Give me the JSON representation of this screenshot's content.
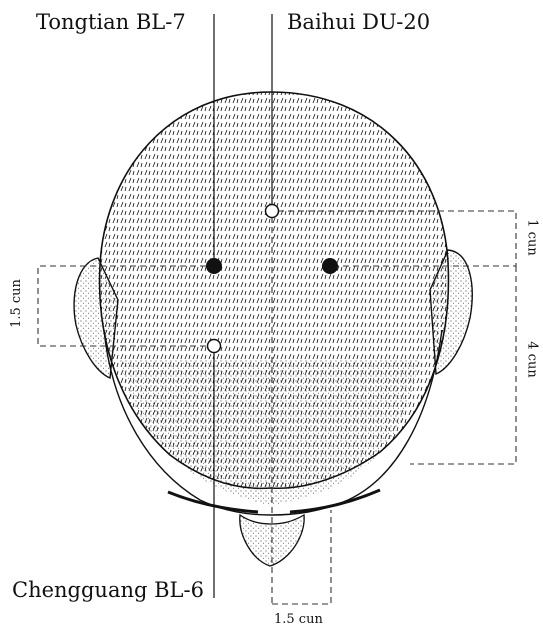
{
  "labels": {
    "tongtian": "Tongtian BL-7",
    "baihui": "Baihui DU-20",
    "chengguang": "Chengguang BL-6",
    "dim_1": "1 cun",
    "dim_4": "4 cun",
    "dim_15_left": "1.5 cun",
    "dim_15_bottom": "1.5 cun"
  },
  "points": [
    {
      "name": "Baihui DU-20",
      "style": "open"
    },
    {
      "name": "Tongtian BL-7",
      "style": "filled"
    },
    {
      "name": "Tongtian BL-7 (right)",
      "style": "filled"
    },
    {
      "name": "Chengguang BL-6",
      "style": "open"
    }
  ],
  "colors": {
    "ink": "#111111",
    "paper": "#ffffff",
    "dash": "#333333"
  }
}
